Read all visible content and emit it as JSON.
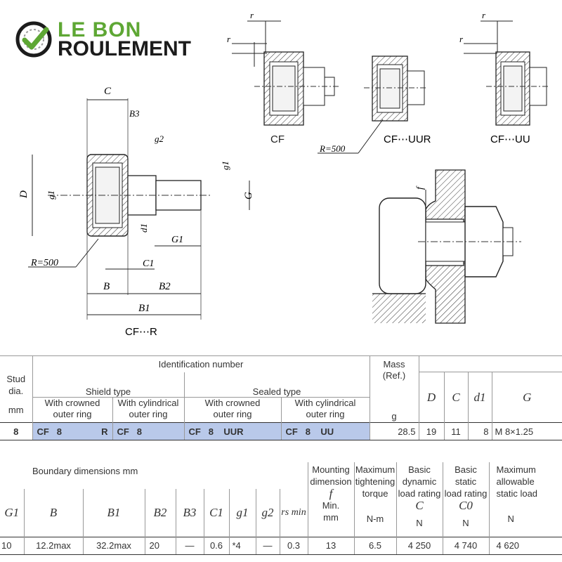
{
  "logo": {
    "line1": "LE BON",
    "line2": "ROULEMENT",
    "colors": {
      "green": "#5ea734",
      "dark": "#1c1c1c"
    }
  },
  "drawing": {
    "labels": {
      "cf": "CF",
      "cf_uur": "CF⋯UUR",
      "cf_uu": "CF⋯UU",
      "cf_r": "CF⋯R",
      "r500_a": "R=500",
      "r500_b": "R=500",
      "dim_C": "C",
      "dim_B3": "B3",
      "dim_g2": "g2",
      "dim_g1_left": "g1",
      "dim_g1_right": "g1",
      "dim_D": "D",
      "dim_G": "G",
      "dim_d1": "d1",
      "dim_G1": "G1",
      "dim_C1": "C1",
      "dim_B": "B",
      "dim_B2": "B2",
      "dim_B1": "B1",
      "dim_r1": "r",
      "dim_r2": "r",
      "dim_r3": "r",
      "dim_r4": "r",
      "dim_f": "f"
    }
  },
  "table1": {
    "h_stud": [
      "Stud",
      "dia."
    ],
    "h_stud_unit": "mm",
    "h_ident": "Identification number",
    "h_shield": "Shield type",
    "h_sealed": "Sealed type",
    "h_crowned_1": [
      "With crowned",
      "outer ring"
    ],
    "h_cyl_1": [
      "With cylindrical",
      "outer ring"
    ],
    "h_crowned_2": [
      "With crowned",
      "outer ring"
    ],
    "h_cyl_2": [
      "With cylindrical",
      "outer ring"
    ],
    "h_mass": [
      "Mass",
      "(Ref.)"
    ],
    "h_mass_unit": "g",
    "h_D": "D",
    "h_C": "C",
    "h_d1": "d1",
    "h_G": "G",
    "row": {
      "stud": "8",
      "crowned_shield": [
        "CF",
        "8",
        "R"
      ],
      "cyl_shield": [
        "CF",
        "8"
      ],
      "crowned_sealed": [
        "CF",
        "8",
        "UUR"
      ],
      "cyl_sealed": [
        "CF",
        "8",
        "UU"
      ],
      "mass": "28.5",
      "D": "19",
      "C": "11",
      "d1": "8",
      "G": "M  8×1.25"
    }
  },
  "table2": {
    "h_boundary": "Boundary dimensions   mm",
    "h_mount": [
      "Mounting",
      "dimension"
    ],
    "h_mount_sym": "f",
    "h_mount_min": "Min.",
    "h_mount_unit": "mm",
    "h_torque": [
      "Maximum",
      "tightening",
      "torque"
    ],
    "h_torque_unit": "N-m",
    "h_dyn": [
      "Basic dynamic",
      "load rating"
    ],
    "h_dyn_sym": "C",
    "h_dyn_unit": "N",
    "h_stat": [
      "Basic static",
      "load rating"
    ],
    "h_stat_sym": "C0",
    "h_stat_unit": "N",
    "h_maxload": [
      "Maximum",
      "allowable",
      "static load"
    ],
    "h_maxload_unit": "N",
    "cols": [
      "G1",
      "B",
      "B1",
      "B2",
      "B3",
      "C1",
      "g1",
      "g2",
      "rs min"
    ],
    "row": {
      "G1": "10",
      "B": "12.2max",
      "B1": "32.2max",
      "B2": "20",
      "B3": "—",
      "C1": "0.6",
      "g1": "*4",
      "g2": "—",
      "rs_min": "0.3",
      "f": "13",
      "torque": "6.5",
      "dyn": "4 250",
      "stat": "4 740",
      "maxload": "4 620"
    }
  }
}
